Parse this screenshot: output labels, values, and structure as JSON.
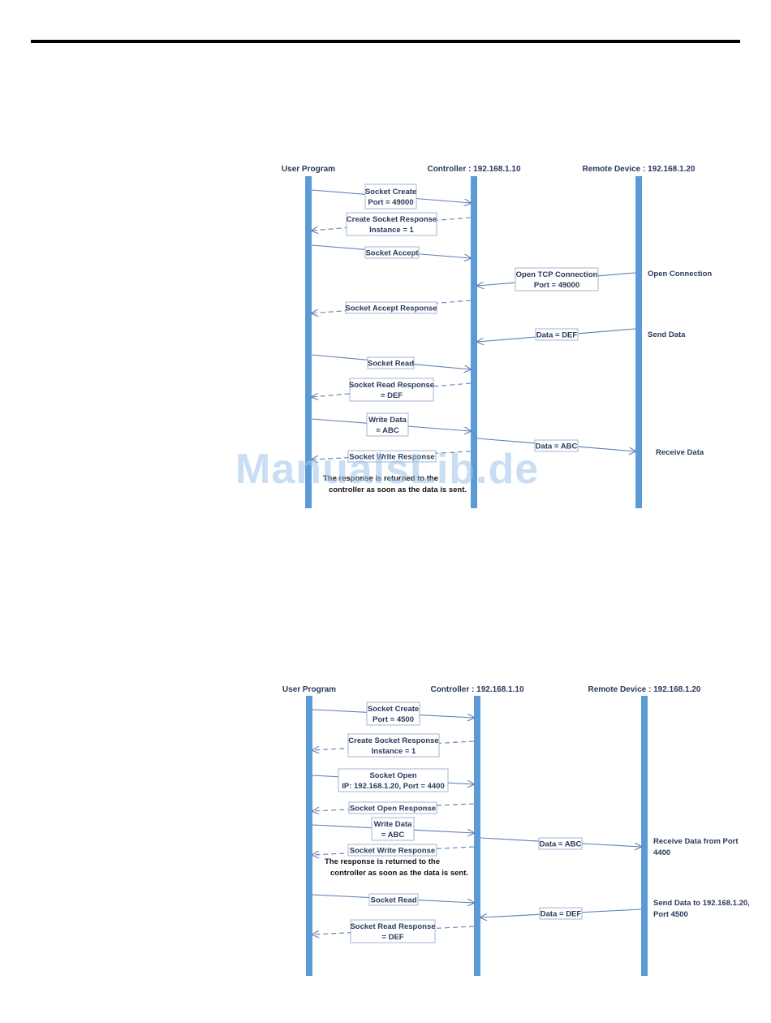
{
  "watermark": "ManualsLib.de",
  "diagrams": [
    {
      "id": "diagram-server",
      "lifelines": [
        {
          "name": "User Program"
        },
        {
          "name": "Controller : 192.168.1.10"
        },
        {
          "name": "Remote Device : 192.168.1.20"
        }
      ],
      "messages": [
        {
          "from": 0,
          "to": 1,
          "lines": [
            "Socket Create",
            "Port = 49000"
          ],
          "dashed": false
        },
        {
          "from": 1,
          "to": 0,
          "lines": [
            "Create Socket Response",
            "Instance = 1"
          ],
          "dashed": true
        },
        {
          "from": 0,
          "to": 1,
          "lines": [
            "Socket Accept"
          ],
          "dashed": false
        },
        {
          "from": 2,
          "to": 1,
          "lines": [
            "Open TCP Connection",
            "Port = 49000"
          ],
          "dashed": false
        },
        {
          "from": 1,
          "to": 0,
          "lines": [
            "Socket Accept Response"
          ],
          "dashed": true
        },
        {
          "from": 2,
          "to": 1,
          "lines": [
            "Data = DEF"
          ],
          "dashed": false
        },
        {
          "from": 0,
          "to": 1,
          "lines": [
            "Socket Read"
          ],
          "dashed": false
        },
        {
          "from": 1,
          "to": 0,
          "lines": [
            "Socket Read Response",
            "= DEF"
          ],
          "dashed": true
        },
        {
          "from": 0,
          "to": 1,
          "lines": [
            "Write Data",
            "= ABC"
          ],
          "dashed": false
        },
        {
          "from": 1,
          "to": 2,
          "lines": [
            "Data = ABC"
          ],
          "dashed": false
        },
        {
          "from": 1,
          "to": 0,
          "lines": [
            "Socket Write Response"
          ],
          "dashed": true
        }
      ],
      "side_labels": [
        {
          "lines": [
            "Open Connection"
          ]
        },
        {
          "lines": [
            "Send Data"
          ]
        },
        {
          "lines": [
            "Receive Data"
          ]
        }
      ],
      "note": [
        "The response is returned to the",
        "controller as soon as the data is sent."
      ]
    },
    {
      "id": "diagram-client",
      "lifelines": [
        {
          "name": "User Program"
        },
        {
          "name": "Controller : 192.168.1.10"
        },
        {
          "name": "Remote Device : 192.168.1.20"
        }
      ],
      "messages": [
        {
          "from": 0,
          "to": 1,
          "lines": [
            "Socket Create",
            "Port = 4500"
          ],
          "dashed": false
        },
        {
          "from": 1,
          "to": 0,
          "lines": [
            "Create Socket Response",
            "Instance = 1"
          ],
          "dashed": true
        },
        {
          "from": 0,
          "to": 1,
          "lines": [
            "Socket Open",
            "IP: 192.168.1.20, Port = 4400"
          ],
          "dashed": false
        },
        {
          "from": 1,
          "to": 0,
          "lines": [
            "Socket Open Response"
          ],
          "dashed": true
        },
        {
          "from": 0,
          "to": 1,
          "lines": [
            "Write Data",
            "= ABC"
          ],
          "dashed": false
        },
        {
          "from": 1,
          "to": 2,
          "lines": [
            "Data = ABC"
          ],
          "dashed": false
        },
        {
          "from": 1,
          "to": 0,
          "lines": [
            "Socket Write Response"
          ],
          "dashed": true
        },
        {
          "from": 0,
          "to": 1,
          "lines": [
            "Socket Read"
          ],
          "dashed": false
        },
        {
          "from": 2,
          "to": 1,
          "lines": [
            "Data = DEF"
          ],
          "dashed": false
        },
        {
          "from": 1,
          "to": 0,
          "lines": [
            "Socket Read Response",
            "= DEF"
          ],
          "dashed": true
        }
      ],
      "side_labels": [
        {
          "lines": [
            "Receive Data from Port",
            "4400"
          ]
        },
        {
          "lines": [
            "Send Data to 192.168.1.20,",
            "Port 4500"
          ]
        }
      ],
      "note": [
        "The response is returned to the",
        "controller as soon as the data is sent."
      ]
    }
  ]
}
